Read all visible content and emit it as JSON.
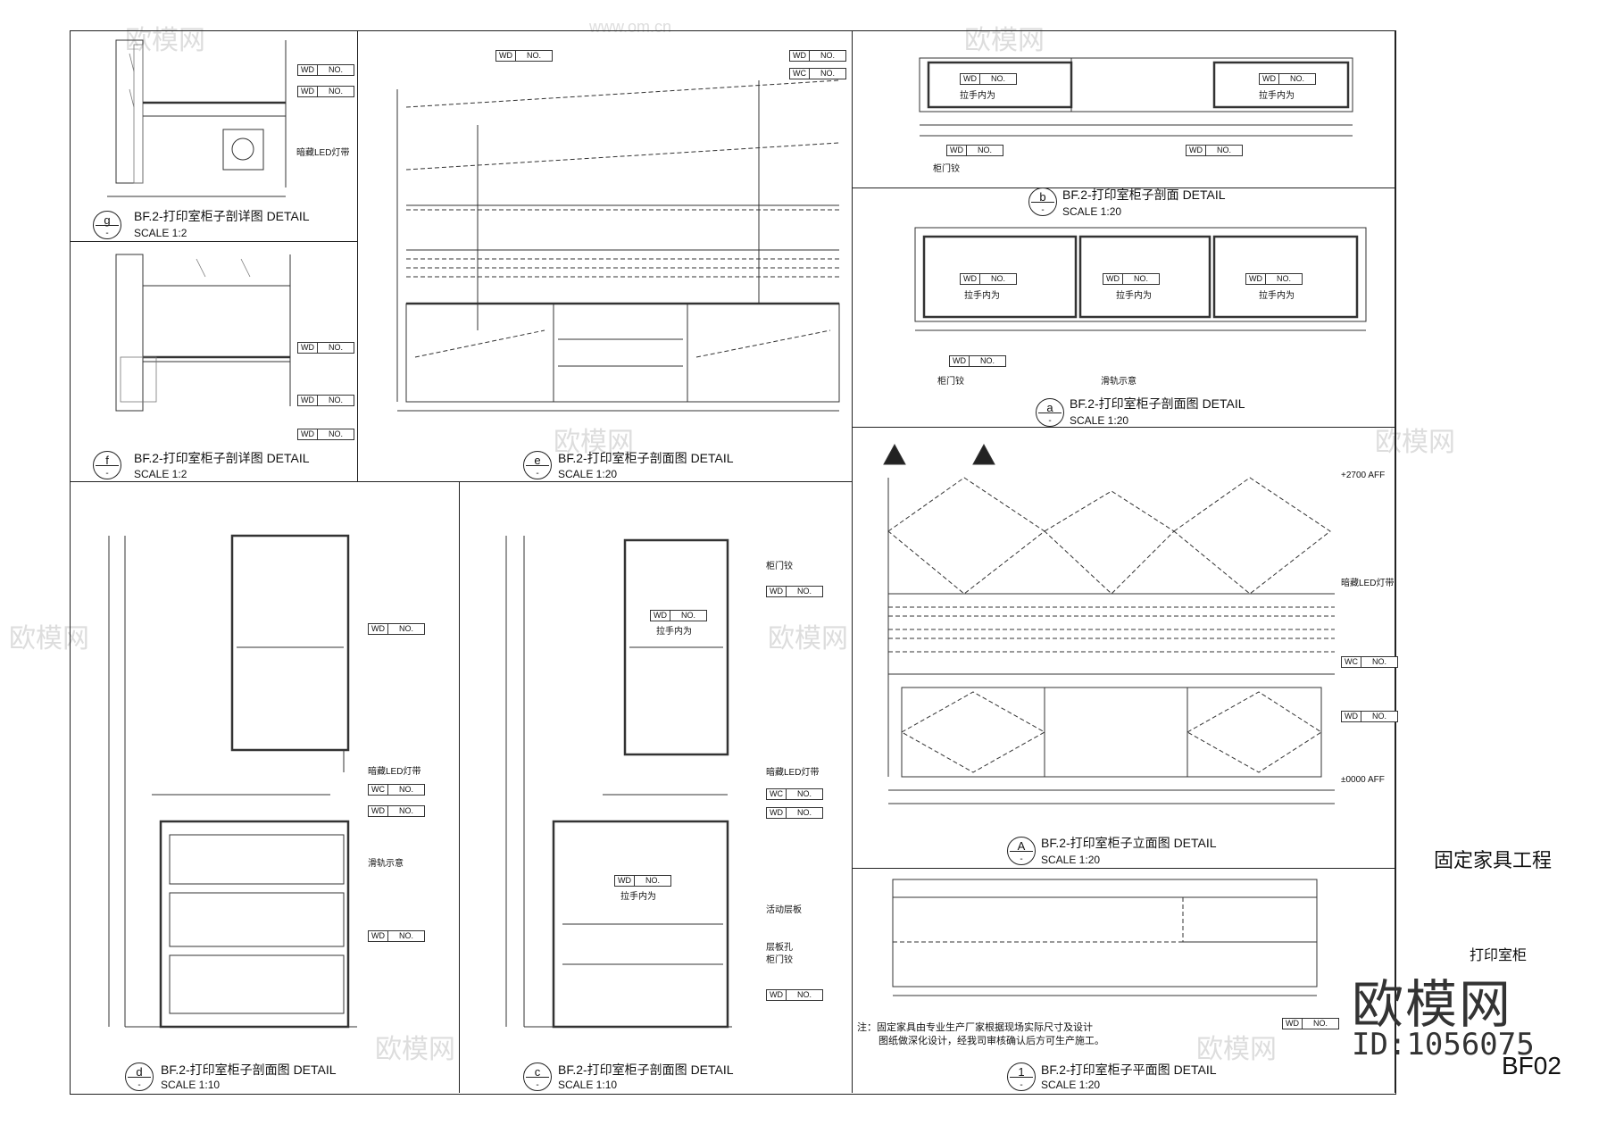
{
  "watermark": {
    "faint_text": "欧模网",
    "faint_url": "www.om.cn",
    "logo": "欧模网",
    "id": "ID:1056075"
  },
  "project": {
    "title": "固定家具工程",
    "subtitle": "打印室柜",
    "sheet_no": "BF02"
  },
  "note": {
    "lines": [
      "注：固定家具由专业生产厂家根据现场实际尺寸及设计",
      "图纸做深化设计，经我司审核确认后方可生产施工。"
    ]
  },
  "tag": {
    "wd": "WD",
    "wc": "WC",
    "no": "NO."
  },
  "labels": {
    "led": "暗藏LED灯带",
    "hinge": "柜门铰",
    "handle": "拉手内为",
    "rail": "滑轨示意",
    "shelf": "活动层板",
    "pin": "层板孔",
    "level_top": "+2700 AFF",
    "level_base": "±0000 AFF"
  },
  "details": [
    {
      "id": "g",
      "title": "BF.2-打印室柜子剖详图  DETAIL",
      "scale": "SCALE 1:2"
    },
    {
      "id": "f",
      "title": "BF.2-打印室柜子剖详图  DETAIL",
      "scale": "SCALE 1:2"
    },
    {
      "id": "e",
      "title": "BF.2-打印室柜子剖面图  DETAIL",
      "scale": "SCALE 1:20"
    },
    {
      "id": "b",
      "title": "BF.2-打印室柜子剖面  DETAIL",
      "scale": "SCALE 1:20"
    },
    {
      "id": "a",
      "title": "BF.2-打印室柜子剖面图  DETAIL",
      "scale": "SCALE 1:20"
    },
    {
      "id": "A",
      "title": "BF.2-打印室柜子立面图  DETAIL",
      "scale": "SCALE 1:20"
    },
    {
      "id": "d",
      "title": "BF.2-打印室柜子剖面图  DETAIL",
      "scale": "SCALE 1:10"
    },
    {
      "id": "c",
      "title": "BF.2-打印室柜子剖面图  DETAIL",
      "scale": "SCALE 1:10"
    },
    {
      "id": "1",
      "title": "BF.2-打印室柜子平面图  DETAIL",
      "scale": "SCALE 1:20"
    }
  ]
}
